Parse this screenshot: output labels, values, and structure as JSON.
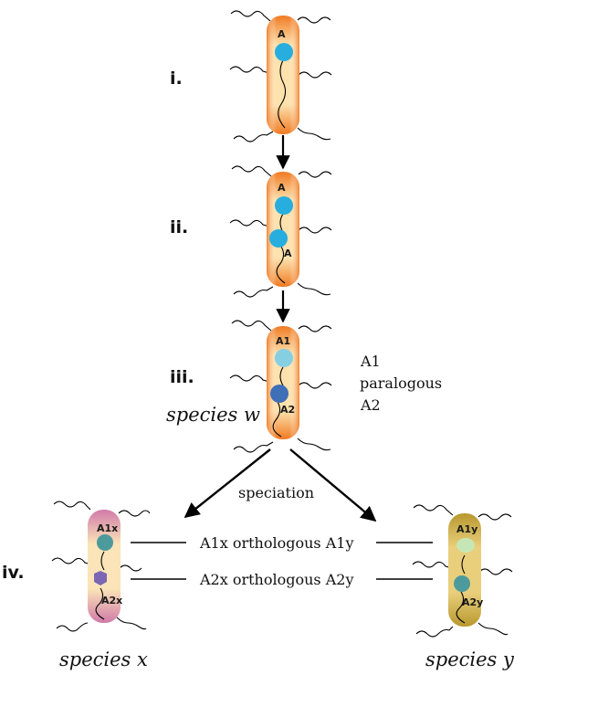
{
  "colors": {
    "chrom_orange": "#f07a22",
    "chrom_orange_light": "#fde2ad",
    "chrom_pink": "#d07aa8",
    "chrom_pink_light": "#fbe4b8",
    "chrom_gold": "#b8982e",
    "chrom_gold_light": "#e9cf7c",
    "gene_cyan": "#28aede",
    "gene_cyan_light": "#86cfe2",
    "gene_blue": "#3f6fb6",
    "gene_teal": "#4d9a9c",
    "gene_purple": "#7b67b4",
    "gene_green_light": "#c6e7b5"
  },
  "steps": [
    {
      "label": "i.",
      "genes": [
        "A"
      ]
    },
    {
      "label": "ii.",
      "genes": [
        "A",
        "A"
      ]
    },
    {
      "label": "iii.",
      "genes": [
        "A1",
        "A2"
      ],
      "relation": [
        "A1",
        "paralogous",
        "A2"
      ],
      "species": "species w"
    },
    {
      "label": "iv."
    }
  ],
  "speciation_label": "speciation",
  "species_x": {
    "name": "species x",
    "genes": [
      "A1x",
      "A2x"
    ]
  },
  "species_y": {
    "name": "species y",
    "genes": [
      "A1y",
      "A2y"
    ]
  },
  "orthologs": [
    "A1x orthologous A1y",
    "A2x orthologous A2y"
  ]
}
